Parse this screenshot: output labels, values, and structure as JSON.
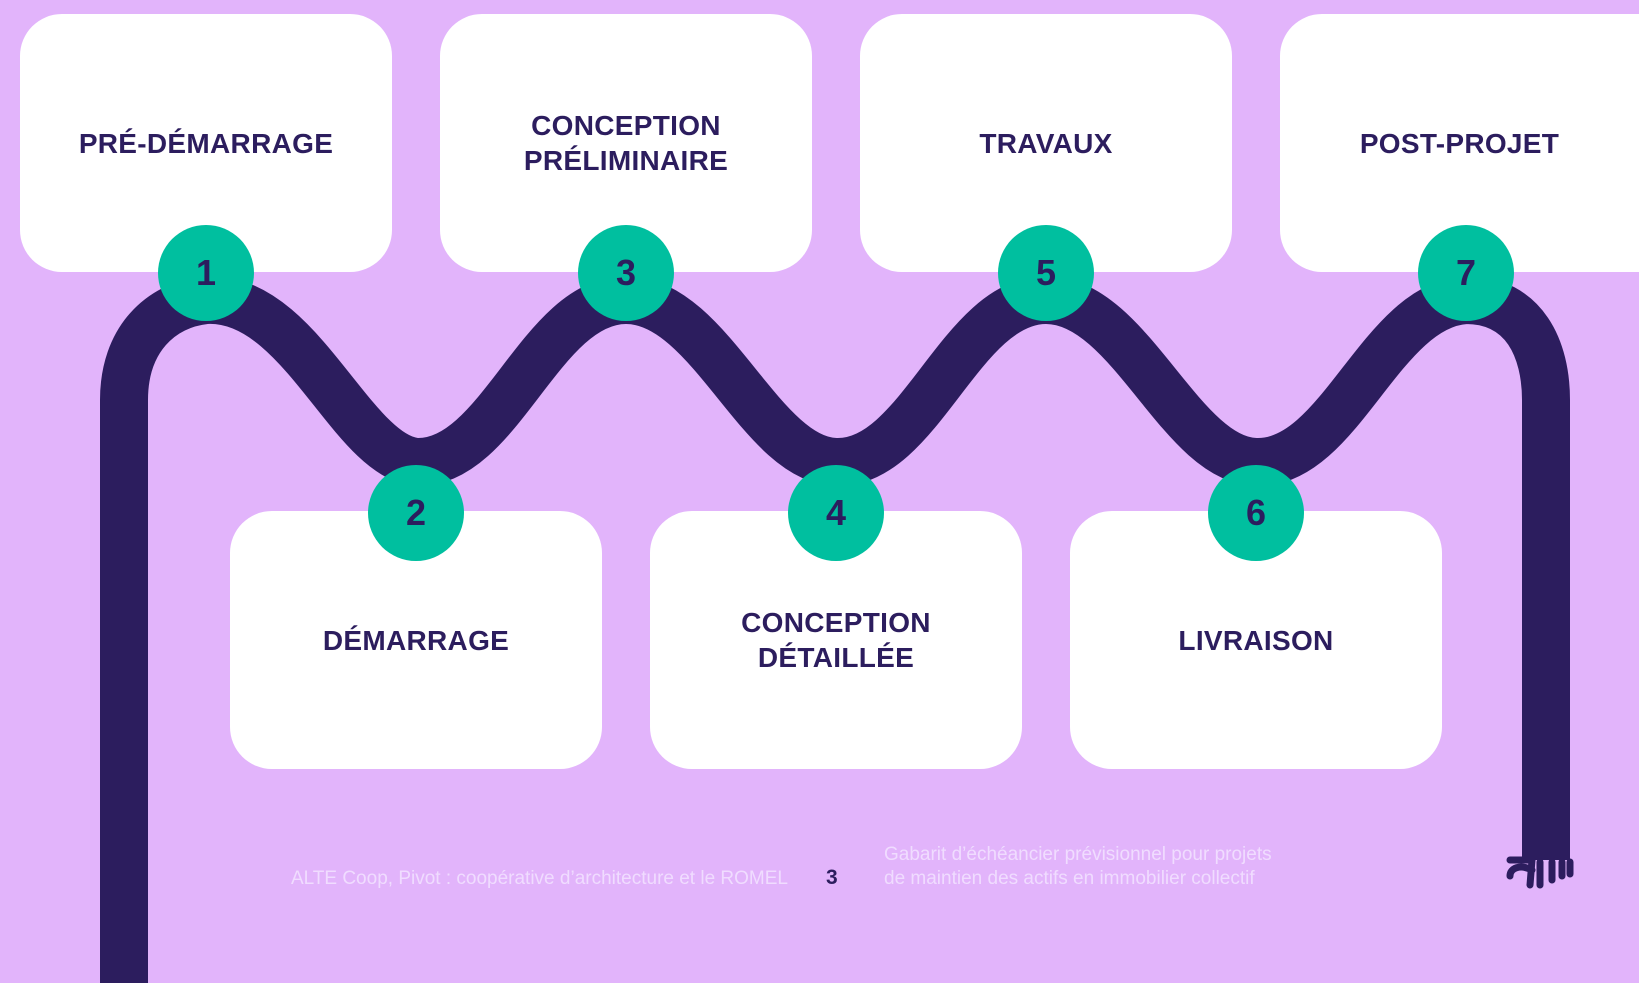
{
  "colors": {
    "background": "#e2b4fb",
    "card": "#ffffff",
    "road": "#2c1d5e",
    "badge": "#00bf9f",
    "text": "#2c1d5e",
    "footer_text": "#f0dcff"
  },
  "steps": [
    {
      "number": "1",
      "label": "PRÉ-DÉMARRAGE"
    },
    {
      "number": "2",
      "label": "DÉMARRAGE"
    },
    {
      "number": "3",
      "label": "CONCEPTION\nPRÉLIMINAIRE"
    },
    {
      "number": "4",
      "label": "CONCEPTION\nDÉTAILLÉE"
    },
    {
      "number": "5",
      "label": "TRAVAUX"
    },
    {
      "number": "6",
      "label": "LIVRAISON"
    },
    {
      "number": "7",
      "label": "POST-PROJET"
    }
  ],
  "footer": {
    "credit": "ALTE Coop, Pivot : coopérative d’architecture et le ROMEL",
    "page_number": "3",
    "document_title": "Gabarit d’échéancier prévisionnel pour projets\nde maintien des actifs en immobilier collectif"
  }
}
